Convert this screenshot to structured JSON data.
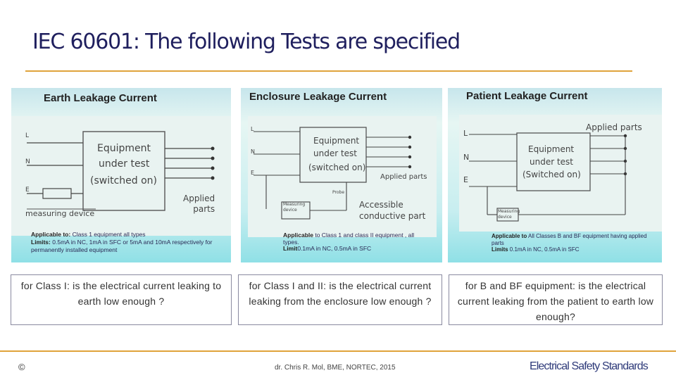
{
  "slide": {
    "title": "IEC 60601: The following Tests are specified",
    "panels": [
      {
        "title": "Earth Leakage Current",
        "labels": {
          "l": "L",
          "n": "N",
          "e": "E"
        },
        "box_lines": [
          "Equipment",
          "under test",
          "(switched on)"
        ],
        "applied_label": "Applied\nparts",
        "device_label": "measuring device",
        "applicable_head": "Applicable to:",
        "applicable_text": "Class 1 equipment all types",
        "limits_head": "Limits:",
        "limits_text": "0.5mA in NC, 1mA in SFC or 5mA and 10mA respectively for permanently installed equipment"
      },
      {
        "title": "Enclosure Leakage Current",
        "labels": {
          "l": "L",
          "n": "N",
          "e": "E"
        },
        "box_lines": [
          "Equipment",
          "under test",
          "(switched on)"
        ],
        "applied_label": "Applied parts",
        "probe_label": "Probe",
        "device_label": "Measuring\ndevice",
        "accessible_label": "Accessible\nconductive part",
        "applicable_head": "Applicable",
        "applicable_text": "to Class 1 and class II equipment , all types.",
        "limits_head": "Limit",
        "limits_text": "0.1mA in NC, 0.5mA in SFC"
      },
      {
        "title": "Patient Leakage Current",
        "labels": {
          "l": "L",
          "n": "N",
          "e": "E"
        },
        "box_lines": [
          "Equipment",
          "under test",
          "(Switched on)"
        ],
        "applied_label": "Applied parts",
        "device_label": "Measuring\ndevice",
        "applicable_head": "Applicable to",
        "applicable_text": "All Classes B and BF equipment having applied parts",
        "limits_head": "Limits",
        "limits_text": "0.1mA in NC, 0.5mA in SFC"
      }
    ],
    "captions": [
      "for Class I: is the electrical current leaking to earth low enough ?",
      "for Class I and II: is the electrical current leaking from the enclosure low enough ?",
      "for B and BF equipment: is the electrical current leaking from the patient to earth low enough?"
    ],
    "copyright": "©",
    "footer": "dr. Chris R. Mol, BME, NORTEC, 2015",
    "brand": "Electrical Safety Standards"
  }
}
